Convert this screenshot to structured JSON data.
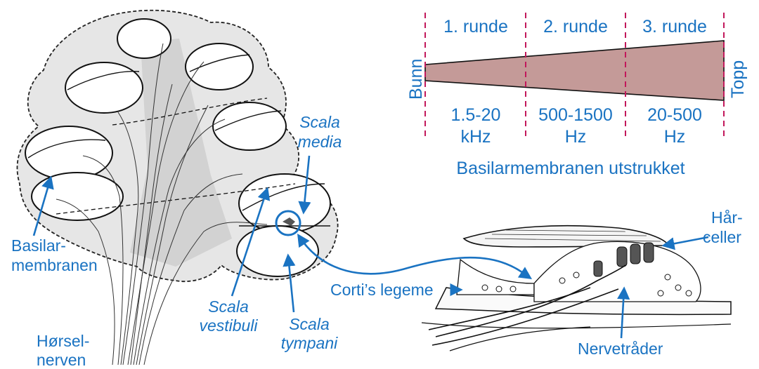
{
  "colors": {
    "label": "#1a73c2",
    "wedge": "#c49a98",
    "dash": "#c2185b",
    "outline": "#111111",
    "cochlea_fill": "#e6e6e6"
  },
  "scale": {
    "bunn": "Bunn",
    "topp": "Topp",
    "turns": [
      "1. runde",
      "2. runde",
      "3. runde"
    ],
    "freq_top": [
      "1.5-20",
      "500-1500",
      "20-500"
    ],
    "freq_unit": [
      "kHz",
      "Hz",
      "Hz"
    ],
    "caption": "Basilarmembranen utstrukket"
  },
  "labels": {
    "scala_media": [
      "Scala",
      "media"
    ],
    "basilar": [
      "Basilar-",
      "membranen"
    ],
    "scala_vestibuli": [
      "Scala",
      "vestibuli"
    ],
    "scala_tympani": [
      "Scala",
      "tympani"
    ],
    "horsel": [
      "Hørsel-",
      "nerven"
    ],
    "corti": "Corti’s legeme",
    "harceller": [
      "Hår-",
      "celler"
    ],
    "nervetrader": "Nervetråder"
  }
}
